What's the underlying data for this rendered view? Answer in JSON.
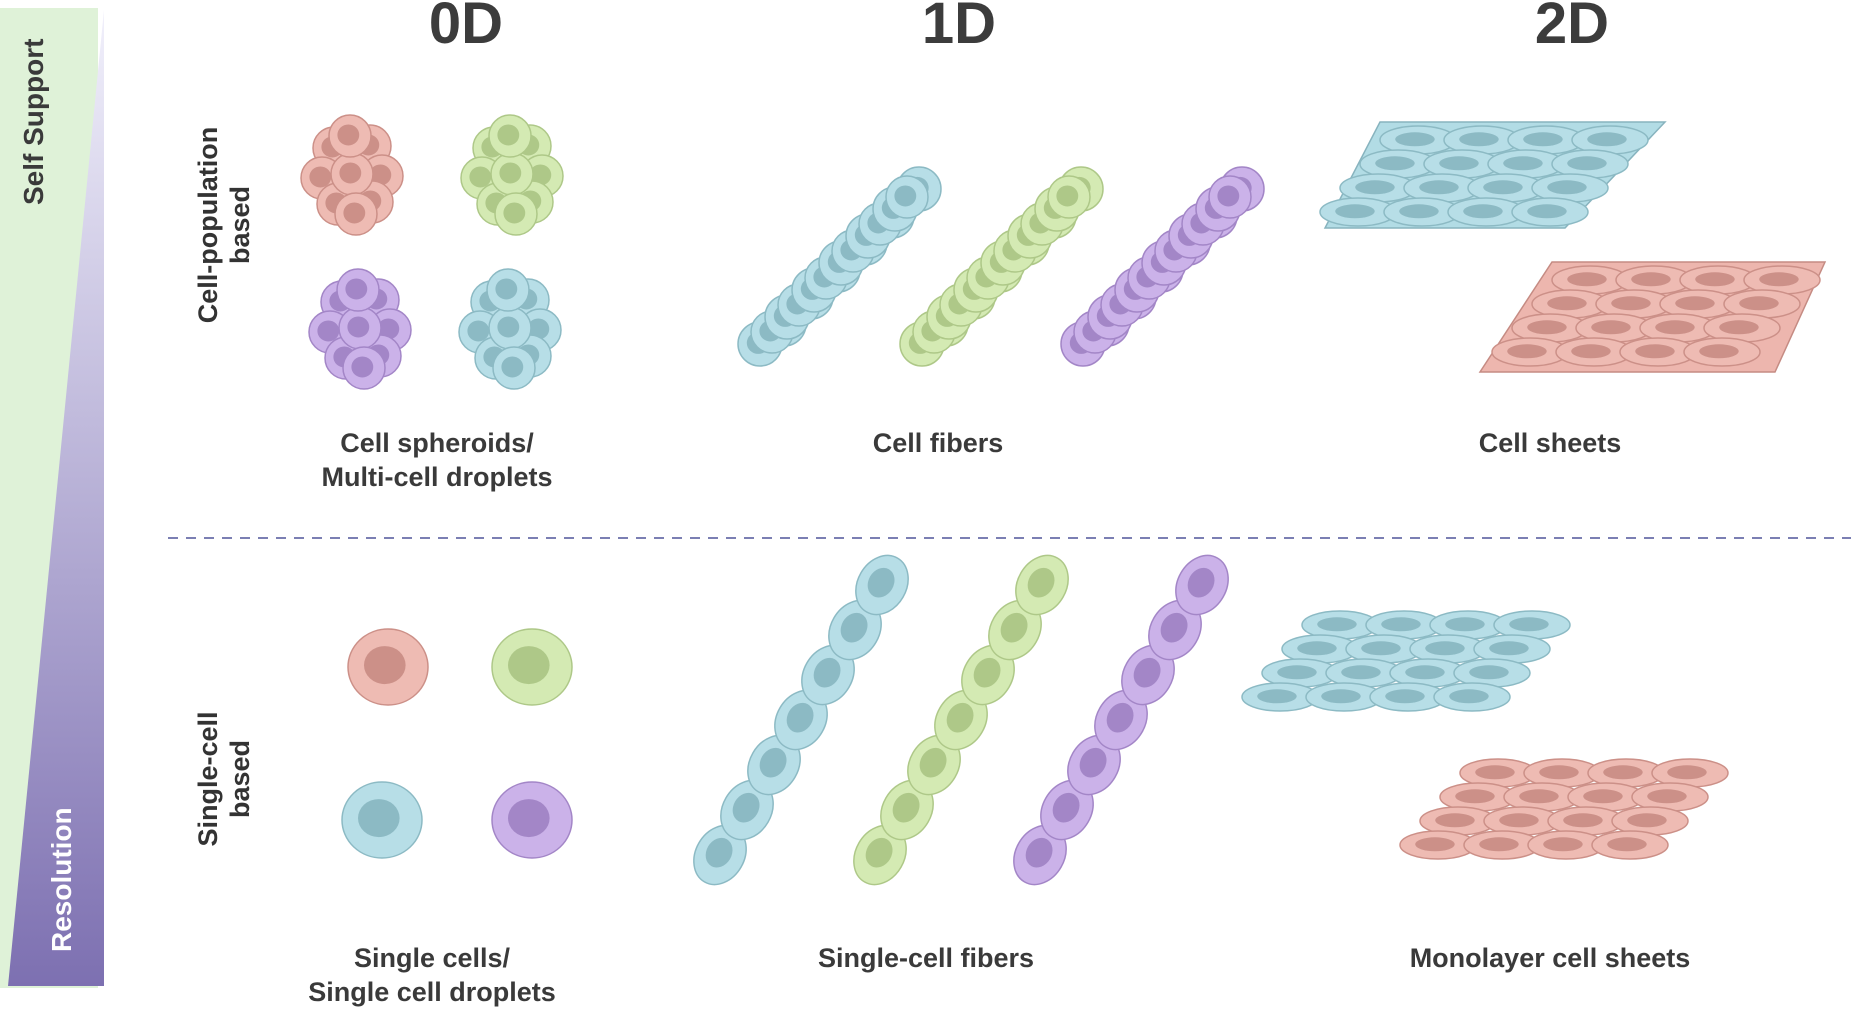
{
  "columns": [
    {
      "label": "0D"
    },
    {
      "label": "1D"
    },
    {
      "label": "2D"
    }
  ],
  "rows": [
    {
      "line1": "Cell-population",
      "line2": "based"
    },
    {
      "line1": "Single-cell",
      "line2": "based"
    }
  ],
  "axis": {
    "top_label": "Self Support",
    "bottom_label": "Resolution"
  },
  "captions": {
    "pop_0d_line1": "Cell spheroids/",
    "pop_0d_line2": "Multi-cell droplets",
    "pop_1d": "Cell fibers",
    "pop_2d": "Cell sheets",
    "single_0d_line1": "Single cells/",
    "single_0d_line2": "Single cell droplets",
    "single_1d": "Single-cell fibers",
    "single_2d": "Monolayer cell sheets"
  },
  "colors": {
    "pink": "#e8a49a",
    "green": "#c6e39a",
    "purple": "#b998e2",
    "blue": "#9fd3df",
    "gradient_green": "#d8f0d0",
    "gradient_purple": "#8476b5",
    "divider": "#7b7fb3"
  }
}
